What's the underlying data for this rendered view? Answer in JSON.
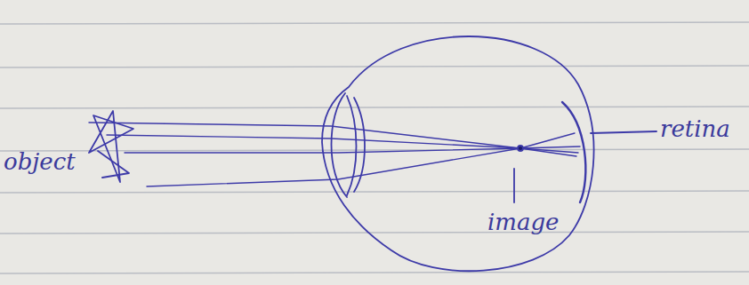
{
  "diagram": {
    "labels": [
      "object",
      "image",
      "retina"
    ]
  }
}
